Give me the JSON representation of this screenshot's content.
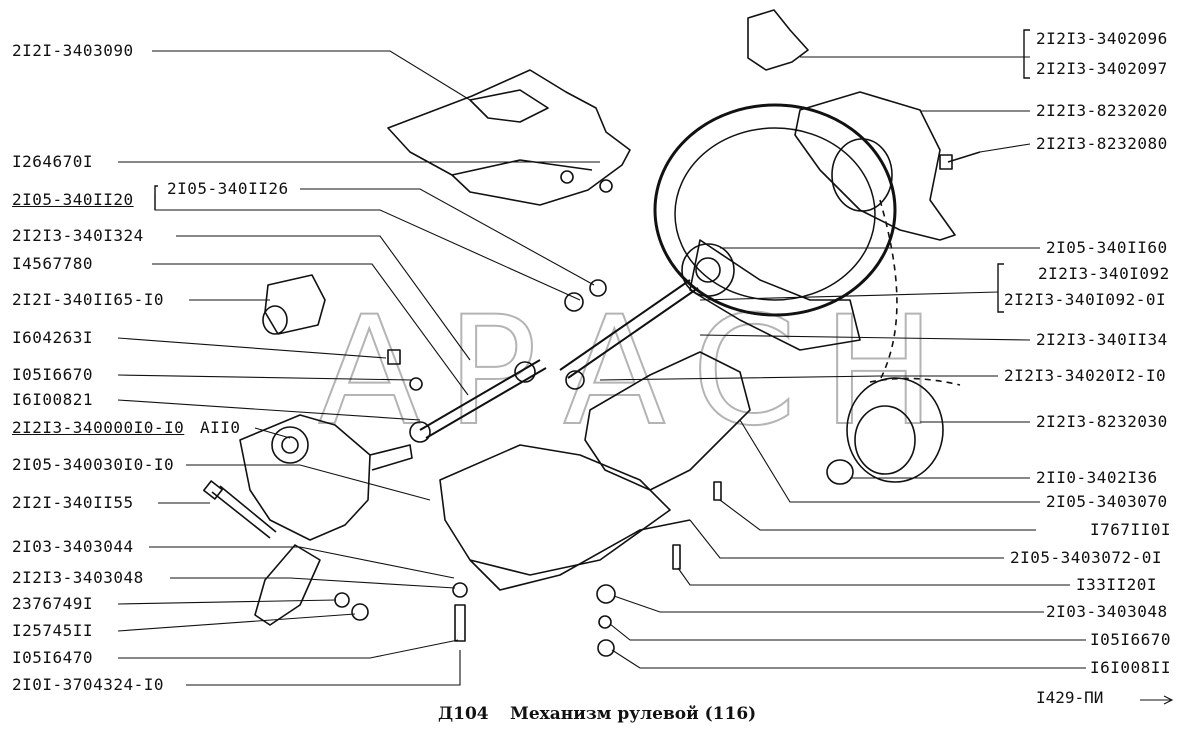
{
  "diagram": {
    "caption_code": "Д104",
    "caption_title": "Механизм рулевой (116)",
    "page_ref": "I429-ПИ",
    "watermark": "АРАСН",
    "labels_left": [
      {
        "id": "l1",
        "text": "2I2I-3403090"
      },
      {
        "id": "l2",
        "text": "I264670I"
      },
      {
        "id": "l3",
        "text": "2I05-340II20"
      },
      {
        "id": "l4",
        "text": "2I05-340II26"
      },
      {
        "id": "l5",
        "text": "2I2I3-340I324"
      },
      {
        "id": "l6",
        "text": "I4567780"
      },
      {
        "id": "l7",
        "text": "2I2I-340II65-I0"
      },
      {
        "id": "l8",
        "text": "I604263I"
      },
      {
        "id": "l9",
        "text": "I05I6670"
      },
      {
        "id": "l10",
        "text": "I6I00821"
      },
      {
        "id": "l11",
        "text": "2I2I3-340000I0-I0"
      },
      {
        "id": "l11b",
        "text": "АII0"
      },
      {
        "id": "l12",
        "text": "2I05-340030I0-I0"
      },
      {
        "id": "l13",
        "text": "2I2I-340II55"
      },
      {
        "id": "l14",
        "text": "2I03-3403044"
      },
      {
        "id": "l15",
        "text": "2I2I3-3403048"
      },
      {
        "id": "l16",
        "text": "2376749I"
      },
      {
        "id": "l17",
        "text": "I25745II"
      },
      {
        "id": "l18",
        "text": "I05I6470"
      },
      {
        "id": "l19",
        "text": "2I0I-3704324-I0"
      }
    ],
    "labels_right": [
      {
        "id": "r1",
        "text": "2I2I3-3402096"
      },
      {
        "id": "r2",
        "text": "2I2I3-3402097"
      },
      {
        "id": "r3",
        "text": "2I2I3-8232020"
      },
      {
        "id": "r4",
        "text": "2I2I3-8232080"
      },
      {
        "id": "r5",
        "text": "2I05-340II60"
      },
      {
        "id": "r6",
        "text": "2I2I3-340I092"
      },
      {
        "id": "r7",
        "text": "2I2I3-340I092-0I"
      },
      {
        "id": "r8",
        "text": "2I2I3-340II34"
      },
      {
        "id": "r9",
        "text": "2I2I3-34020I2-I0"
      },
      {
        "id": "r10",
        "text": "2I2I3-8232030"
      },
      {
        "id": "r11",
        "text": "2II0-3402I36"
      },
      {
        "id": "r12",
        "text": "2I05-3403070"
      },
      {
        "id": "r13",
        "text": "I767II0I"
      },
      {
        "id": "r14",
        "text": "2I05-3403072-0I"
      },
      {
        "id": "r15",
        "text": "I33II20I"
      },
      {
        "id": "r16",
        "text": "2I03-3403048"
      },
      {
        "id": "r17",
        "text": "I05I6670"
      },
      {
        "id": "r18",
        "text": "I6I008II"
      }
    ]
  }
}
